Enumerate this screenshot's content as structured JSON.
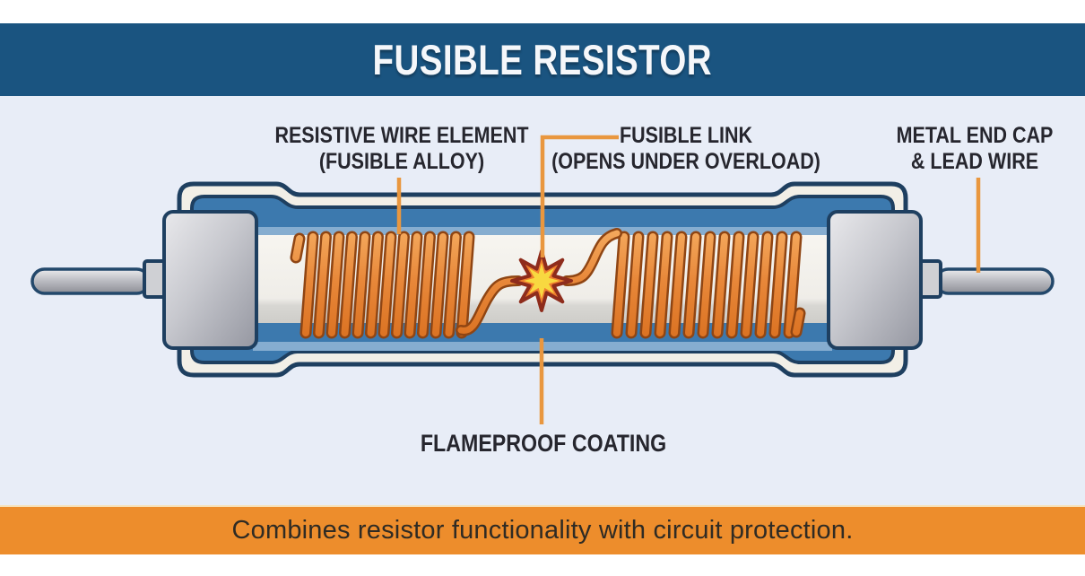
{
  "header": {
    "title": "FUSIBLE RESISTOR"
  },
  "labels": {
    "resistive_wire": {
      "line1": "RESISTIVE WIRE ELEMENT",
      "line2": "(FUSIBLE ALLOY)"
    },
    "fusible_link": {
      "line1": "FUSIBLE LINK",
      "line2": "(OPENS UNDER OVERLOAD)"
    },
    "end_cap": {
      "line1": "METAL END CAP",
      "line2": "& LEAD WIRE"
    },
    "coating": {
      "line1": "FLAMEPROOF COATING"
    }
  },
  "footer": {
    "caption": "Combines resistor functionality with circuit protection."
  },
  "colors": {
    "title_banner_blue": "#1a5480",
    "caption_banner_orange": "#ed8d2c",
    "background_lavender": "#e8edf7",
    "body_outline_navy": "#1e3f60",
    "body_blue": "#3c79ae",
    "shell_white": "#f2efe7",
    "ceramic_core_white": "#f6f4ef",
    "coil_orange": "#e8883a",
    "coil_outline_brown": "#8f4513",
    "spark_outline_red": "#8e2c1c",
    "spark_orange": "#ef7f2e",
    "spark_yellow": "#f8d840",
    "leader_line_orange": "#e9973f",
    "metal_gray": "#b9bac0",
    "label_text": "#26262e"
  }
}
